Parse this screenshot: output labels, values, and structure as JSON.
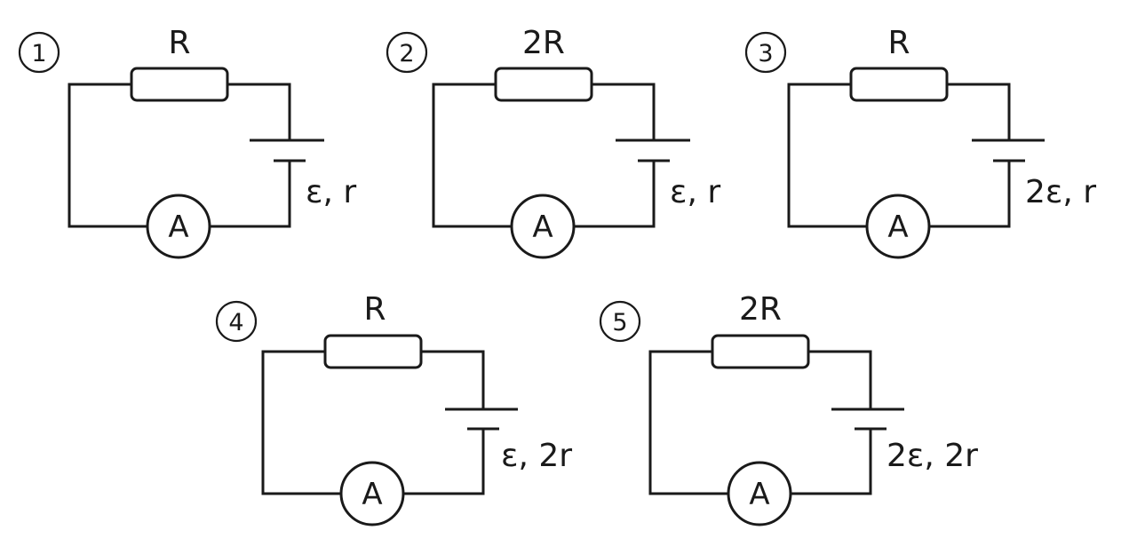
{
  "circuits": [
    {
      "number": "1",
      "resistor_label": "R",
      "ammeter_label": "A",
      "source_label": "ε, r"
    },
    {
      "number": "2",
      "resistor_label": "2R",
      "ammeter_label": "A",
      "source_label": "ε, r"
    },
    {
      "number": "3",
      "resistor_label": "R",
      "ammeter_label": "A",
      "source_label": "2ε, r"
    },
    {
      "number": "4",
      "resistor_label": "R",
      "ammeter_label": "A",
      "source_label": "ε, 2r"
    },
    {
      "number": "5",
      "resistor_label": "2R",
      "ammeter_label": "A",
      "source_label": "2ε, 2r"
    }
  ]
}
